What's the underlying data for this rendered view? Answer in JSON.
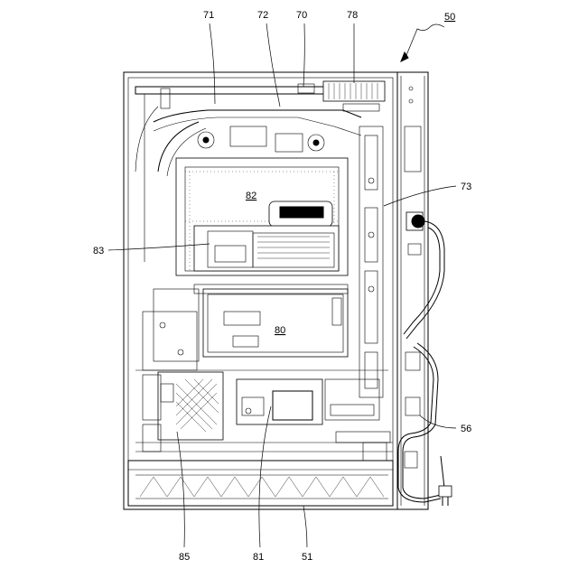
{
  "labels": {
    "l50": "50",
    "l51": "51",
    "l56": "56",
    "l70": "70",
    "l71": "71",
    "l72": "72",
    "l73": "73",
    "l78": "78",
    "l80": "80",
    "l81": "81",
    "l82": "82",
    "l83": "83",
    "l85": "85"
  }
}
